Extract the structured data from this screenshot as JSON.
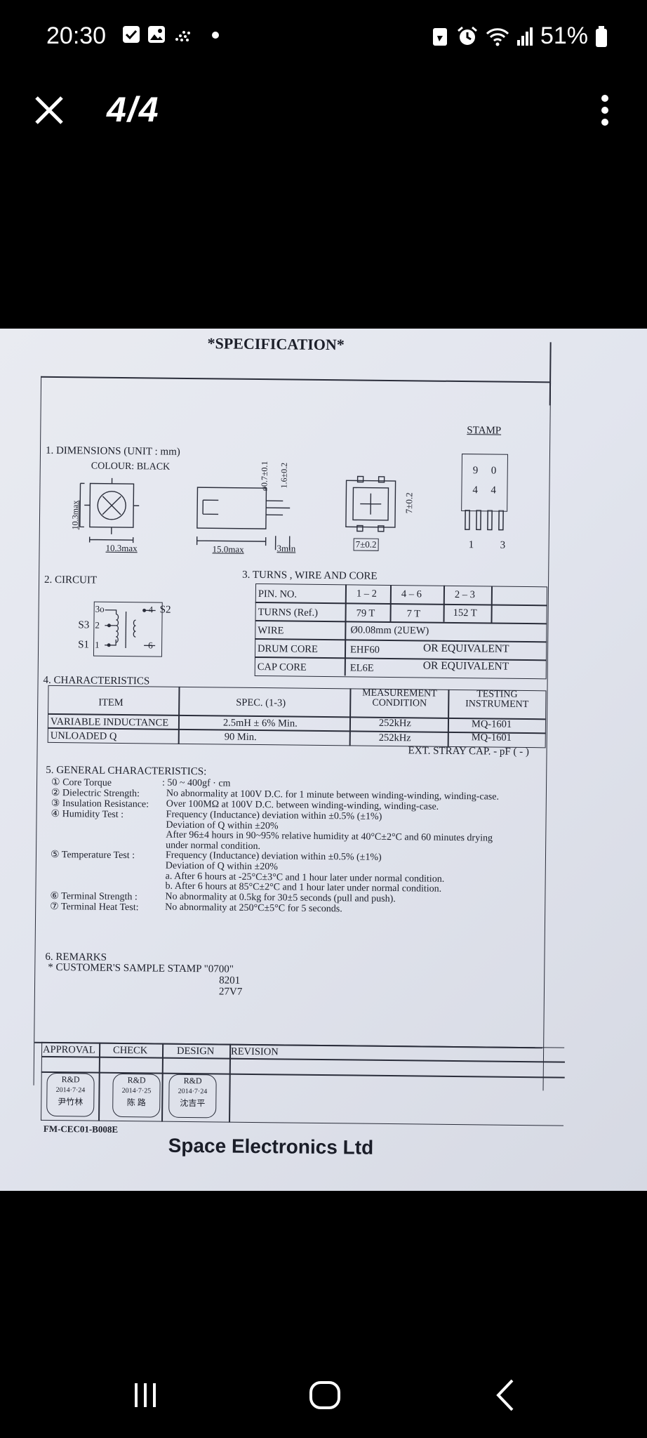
{
  "status_bar": {
    "time": "20:30",
    "battery": "51%",
    "icons": [
      "check-box-icon",
      "image-icon",
      "signal-dots-icon",
      "dot-icon",
      "battery-saver-icon",
      "alarm-icon",
      "wifi-icon",
      "cell-signal-icon",
      "battery-icon"
    ]
  },
  "viewer": {
    "page_counter": "4/4",
    "close_icon": "close-icon",
    "more_icon": "more-vert-icon"
  },
  "doc": {
    "title": "*SPECIFICATION*",
    "stamp_label": "STAMP",
    "stamp_digits": [
      "9",
      "0",
      "4",
      "4"
    ],
    "stamp_pins": [
      "1",
      "3"
    ],
    "s1": {
      "heading": "1. DIMENSIONS   (UNIT : mm)",
      "colour": "COLOUR: BLACK",
      "dims": [
        "10.3max",
        "10.3max",
        "15.0max",
        "3min",
        "ø0.7±0.1",
        "1.6±0.2",
        "7±0.2",
        "7±0.2"
      ]
    },
    "s2": {
      "heading": "2. CIRCUIT",
      "labels": [
        "3o",
        "4",
        "S2",
        "S3",
        "2",
        "S1",
        "1",
        "6"
      ]
    },
    "s3": {
      "heading": "3. TURNS , WIRE AND CORE",
      "rows": [
        {
          "label": "PIN. NO.",
          "cols": [
            "1 – 2",
            "4 – 6",
            "2 – 3"
          ]
        },
        {
          "label": "TURNS (Ref.)",
          "cols": [
            "79 T",
            "7 T",
            "152 T"
          ]
        },
        {
          "label": "WIRE",
          "value": "Ø0.08mm (2UEW)"
        },
        {
          "label": "DRUM CORE",
          "value": "EHF60",
          "note": "OR EQUIVALENT"
        },
        {
          "label": "CAP CORE",
          "value": "EL6E",
          "note": "OR EQUIVALENT"
        }
      ]
    },
    "s4": {
      "heading": "4. CHARACTERISTICS",
      "headers": [
        "ITEM",
        "SPEC. (1-3)",
        "MEASUREMENT CONDITION",
        "TESTING INSTRUMENT"
      ],
      "rows": [
        [
          "VARIABLE INDUCTANCE",
          "2.5mH ± 6% Min.",
          "252kHz",
          "MQ-1601"
        ],
        [
          "UNLOADED Q",
          "90 Min.",
          "252kHz",
          "MQ-1601"
        ]
      ],
      "footnote": "EXT. STRAY CAP. - pF ( - )"
    },
    "s5": {
      "heading": "5. GENERAL CHARACTERISTICS:",
      "lines": [
        [
          "① Core Torque",
          ":  50 ~ 400gf · cm"
        ],
        [
          "② Dielectric Strength:",
          "No abnormality at 100V D.C. for 1 minute between winding-winding, winding-case."
        ],
        [
          "③ Insulation Resistance:",
          "Over 100MΩ  at 100V D.C. between winding-winding, winding-case."
        ],
        [
          "④ Humidity Test     :",
          "Frequency (Inductance) deviation within ±0.5% (±1%)"
        ],
        [
          "",
          "Deviation of Q within ±20%"
        ],
        [
          "",
          "After 96±4 hours in 90~95% relative humidity at 40°C±2°C  and 60 minutes drying"
        ],
        [
          "",
          "under normal condition."
        ],
        [
          "⑤ Temperature Test :",
          "Frequency (Inductance) deviation within ±0.5% (±1%)"
        ],
        [
          "",
          "Deviation of Q within ±20%"
        ],
        [
          "",
          "a. After 6 hours at -25°C±3°C  and 1 hour later under normal condition."
        ],
        [
          "",
          "b. After 6 hours at 85°C±2°C  and 1 hour later under normal condition."
        ],
        [
          "⑥ Terminal Strength :",
          "No abnormality at 0.5kg for 30±5 seconds (pull and push)."
        ],
        [
          "⑦ Terminal Heat Test:",
          "No abnormality at 250°C±5°C  for 5 seconds."
        ]
      ]
    },
    "s6": {
      "heading": "6. REMARKS",
      "line1": "* CUSTOMER'S SAMPLE STAMP \"0700\"",
      "line2": "8201",
      "line3": "27V7"
    },
    "approval": {
      "headers": [
        "APPROVAL",
        "CHECK",
        "DESIGN",
        "REVISION"
      ],
      "stamps": [
        {
          "top": "R&D",
          "date": "2014·7·24",
          "name": "尹竹林"
        },
        {
          "top": "R&D",
          "date": "2014·7·25",
          "name": "陈 路"
        },
        {
          "top": "R&D",
          "date": "2014·7·24",
          "name": "沈吉平"
        }
      ]
    },
    "form_code": "FM-CEC01-B008E",
    "company": "Space Electronics Ltd"
  },
  "nav_bar": {
    "icons": [
      "recents-icon",
      "home-icon",
      "back-icon"
    ]
  }
}
